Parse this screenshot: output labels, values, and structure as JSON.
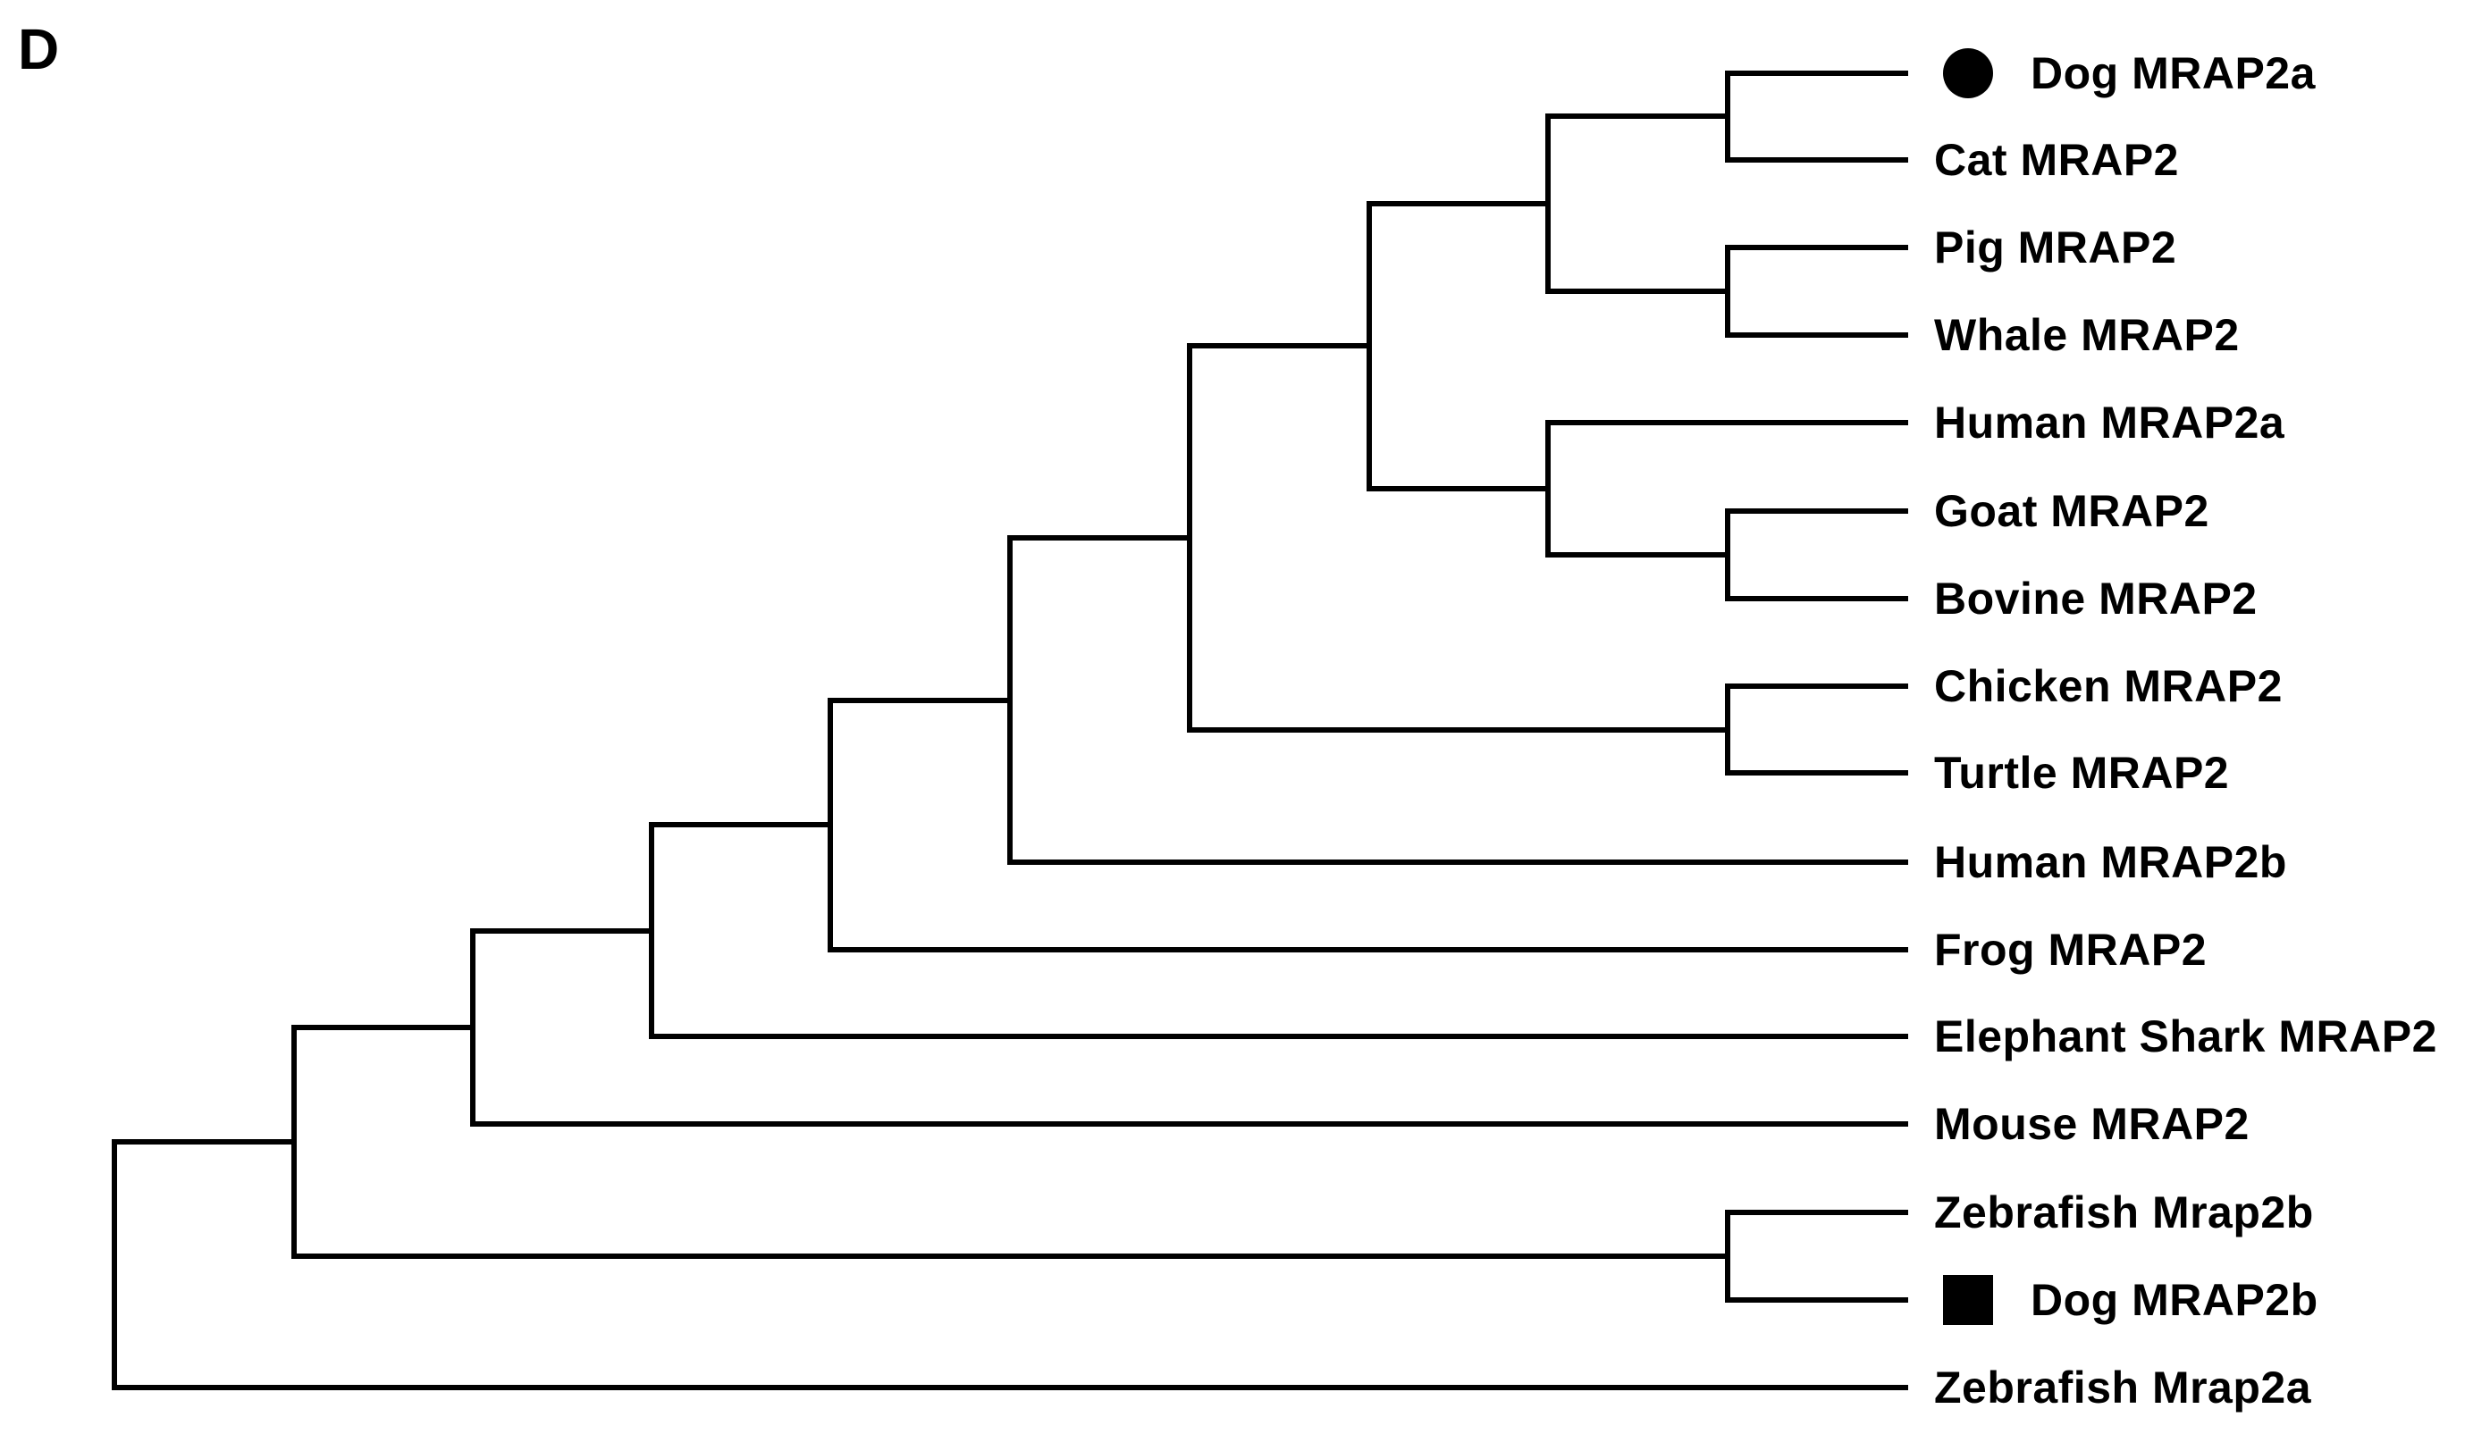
{
  "figure": {
    "panel_label": "D",
    "line_color": "#000000",
    "text_color": "#000000",
    "background": "#ffffff"
  },
  "tree": {
    "leaves": [
      {
        "label": "Dog MRAP2a",
        "marker": "circle"
      },
      {
        "label": "Cat MRAP2",
        "marker": null
      },
      {
        "label": "Pig MRAP2",
        "marker": null
      },
      {
        "label": "Whale MRAP2",
        "marker": null
      },
      {
        "label": "Human MRAP2a",
        "marker": null
      },
      {
        "label": "Goat MRAP2",
        "marker": null
      },
      {
        "label": "Bovine MRAP2",
        "marker": null
      },
      {
        "label": "Chicken MRAP2",
        "marker": null
      },
      {
        "label": "Turtle MRAP2",
        "marker": null
      },
      {
        "label": "Human MRAP2b",
        "marker": null
      },
      {
        "label": "Frog MRAP2",
        "marker": null
      },
      {
        "label": "Elephant Shark MRAP2",
        "marker": null
      },
      {
        "label": "Mouse MRAP2",
        "marker": null
      },
      {
        "label": "Zebrafish Mrap2b",
        "marker": null
      },
      {
        "label": "Dog MRAP2b",
        "marker": "square"
      },
      {
        "label": "Zebrafish Mrap2a",
        "marker": null
      }
    ],
    "newick": "((((((((((Dog MRAP2a,Cat MRAP2),(Pig MRAP2,Whale MRAP2)),(Human MRAP2a,(Goat MRAP2,Bovine MRAP2))),(Chicken MRAP2,Turtle MRAP2)),Human MRAP2b),Frog MRAP2),Elephant Shark MRAP2),Mouse MRAP2),(Zebrafish Mrap2b,Dog MRAP2b)),Zebrafish Mrap2a);"
  }
}
